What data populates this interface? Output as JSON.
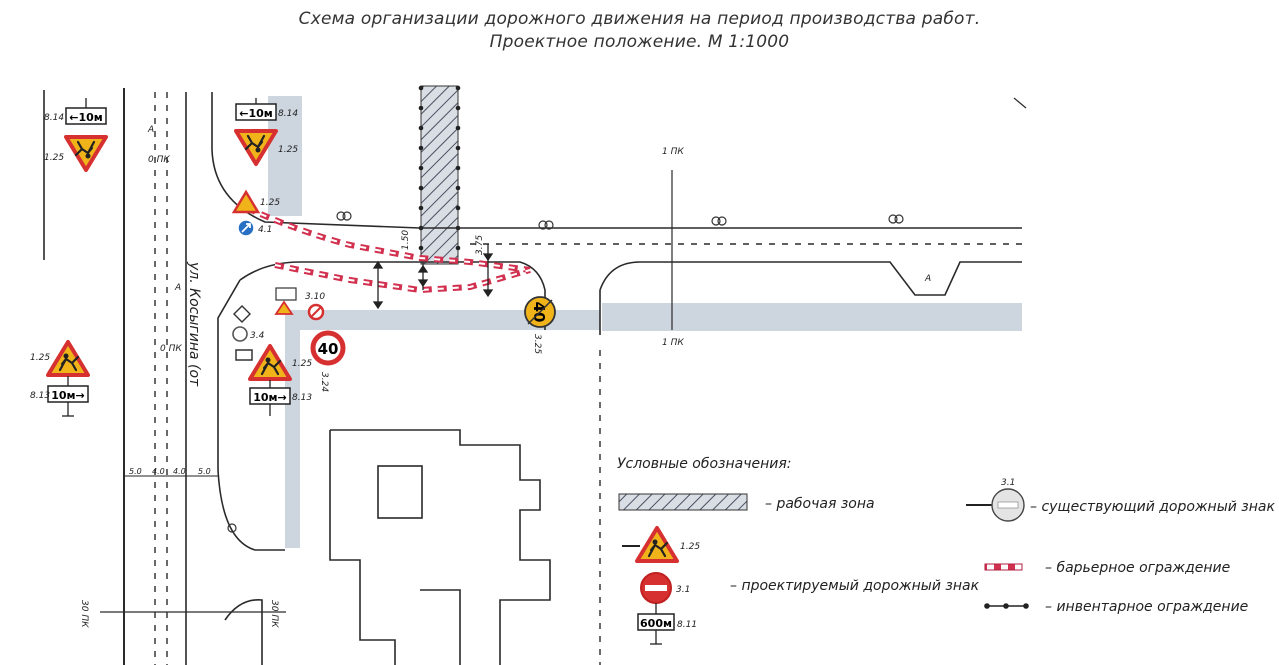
{
  "title": {
    "line1": "Схема организации дорожного движения на период производства работ.",
    "line2": "Проектное положение. М 1:1000"
  },
  "street_label": "ул. Косыгина (от",
  "picket_labels": {
    "pk0_top": "0 ПК",
    "pk0_mid": "0 ПК",
    "pk1_top": "1 ПК",
    "pk1_bottom": "1 ПК",
    "pk30_left": "30 ПК",
    "pk30_mid": "30 ПК"
  },
  "area_marks": {
    "a1": "А",
    "a2": "А",
    "a3": "А"
  },
  "dimensions": {
    "d150": "1.50",
    "d375": "3.75",
    "d5a": "5.0",
    "d4a": "4.0",
    "d4b": "4.0",
    "d5b": "5.0"
  },
  "signs": {
    "s125_top_left": "1.25",
    "s814_top_left": "8.14",
    "plate_10m_top_left": "←10м",
    "s125_top_mid": "1.25",
    "s814_top_mid": "8.14",
    "plate_10m_top_mid": "←10м",
    "s125_near": "1.25",
    "s41_near": "4.1",
    "s125_left": "1.25",
    "s813_left": "8.13",
    "plate_10m_left": "10м→",
    "s125_mid": "1.25",
    "s813_mid": "8.13",
    "plate_10m_mid": "10м→",
    "s324_mid": "3.24",
    "s324_mid_value": "40",
    "s310": "3.10",
    "s34": "3.4",
    "s324_right": "3.25",
    "s324_right_value": "40"
  },
  "legend": {
    "header": "Условные обозначения:",
    "work_zone": "– рабочая зона",
    "existing_sign_code": "3.1",
    "existing_sign": "– существующий дорожный знак",
    "sign_125": "1.25",
    "sign_31": "3.1",
    "plate_600": "600м",
    "plate_811": "8.11",
    "projected_sign": "– проектируемый дорожный знак",
    "barrier": "– барьерное ограждение",
    "inventory": "– инвентарное ограждение"
  },
  "colors": {
    "line": "#2a2a2a",
    "sidewalk": "#cdd5df",
    "barrier": "#d2304f",
    "sign_red": "#d63030",
    "sign_yellow": "#f0b41a",
    "sign_blue": "#2770c4",
    "hatch": "#4a5060"
  }
}
